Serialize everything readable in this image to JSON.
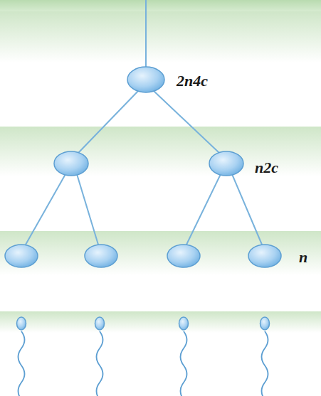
{
  "diagram": {
    "labels": [
      "2n4c",
      "n2c",
      "n"
    ]
  }
}
